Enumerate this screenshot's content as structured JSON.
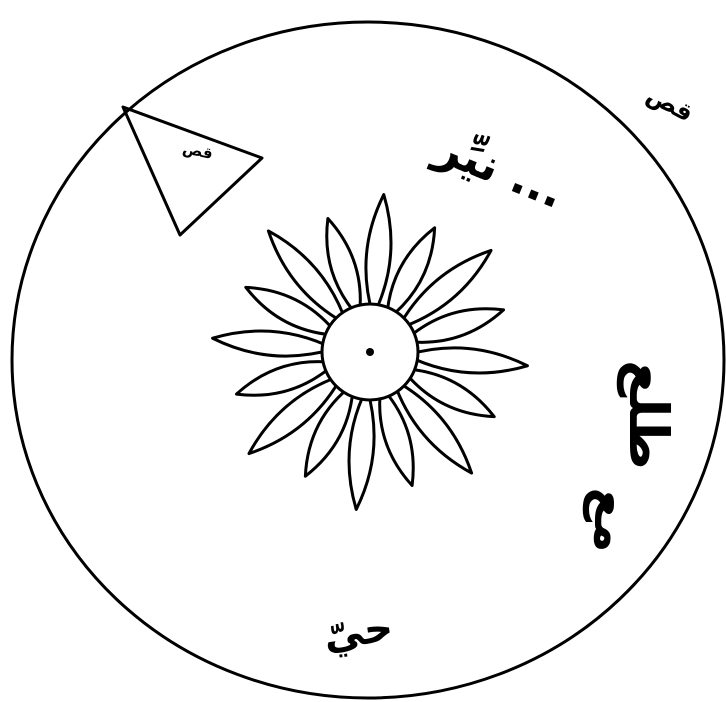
{
  "labels": {
    "corner_cut": "قص",
    "triangle_cut": "قص",
    "word_nayyir": "نيِّر ...",
    "word_middle": "طلع",
    "word_lower": "مع",
    "word_bottom": "حيّ"
  },
  "colors": {
    "ink": "#000000",
    "paper": "#ffffff"
  },
  "petal_count": 16
}
